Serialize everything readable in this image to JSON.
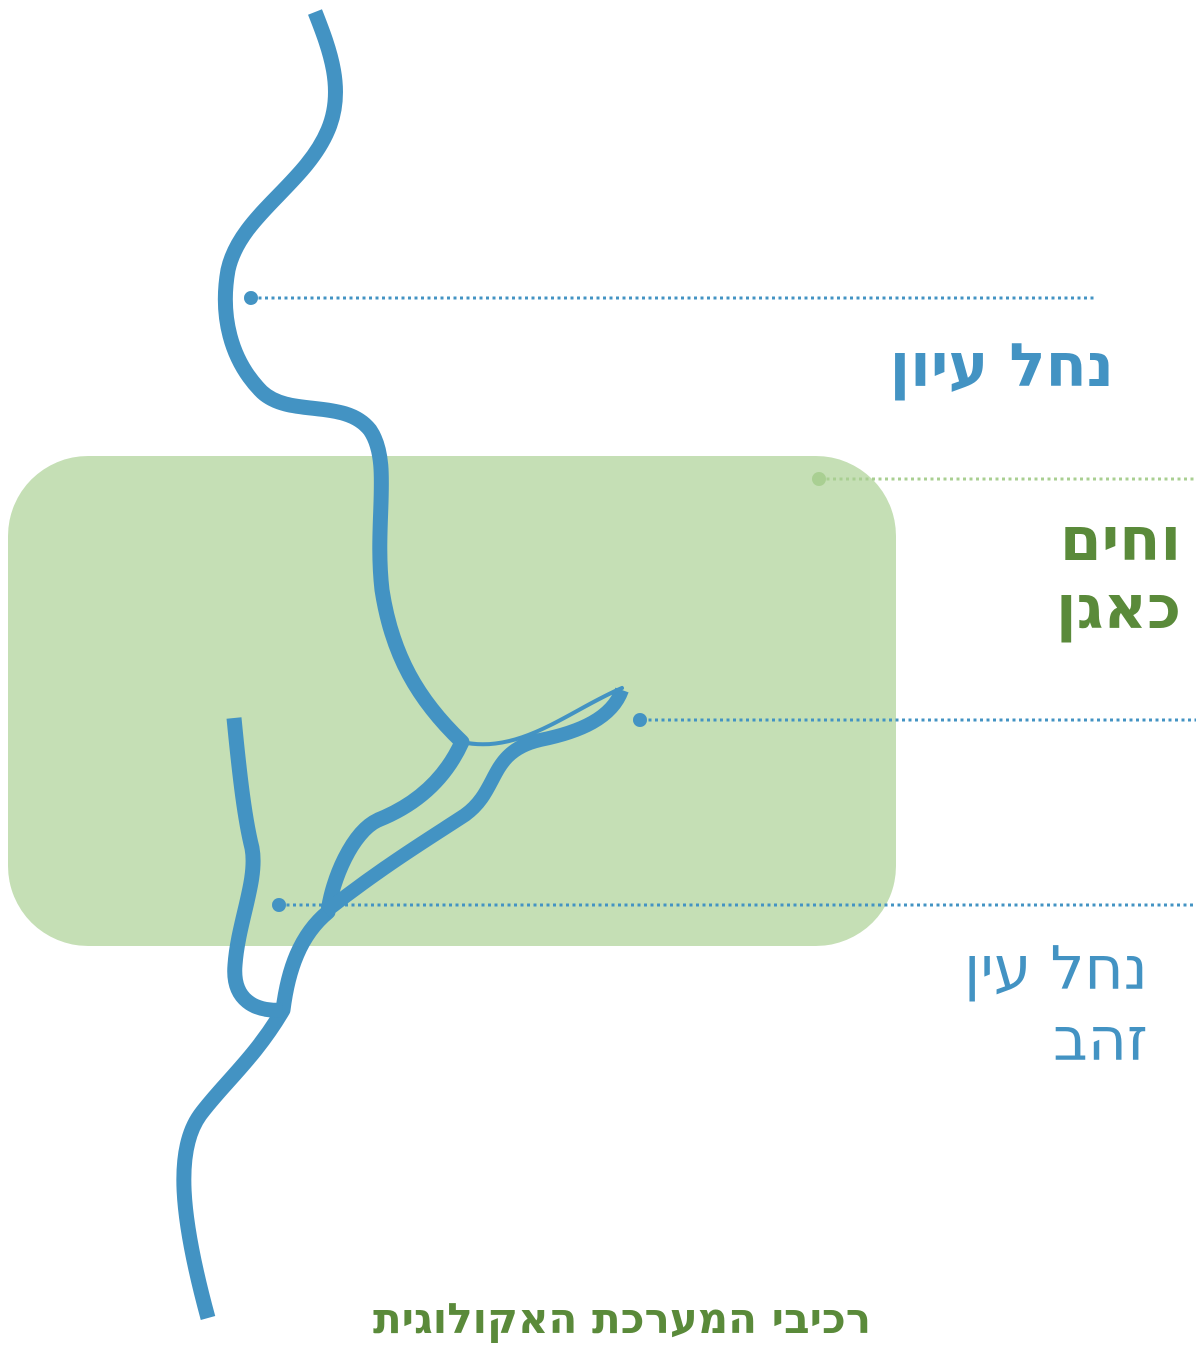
{
  "labels": {
    "nahal_iyon": "נחל עיון",
    "green_area_line1": "וחים",
    "green_area_line2": "כאגן",
    "ein_zahav_line1": "נחל עין",
    "ein_zahav_line2": "זהב"
  },
  "caption": "רכיבי המערכת האקולוגית",
  "colors": {
    "river": "#4393c3",
    "green_area": "#c5dfb5",
    "green_leader": "#a9cf92",
    "green_text": "#5a8a3a",
    "blue_text": "#4393c3"
  }
}
